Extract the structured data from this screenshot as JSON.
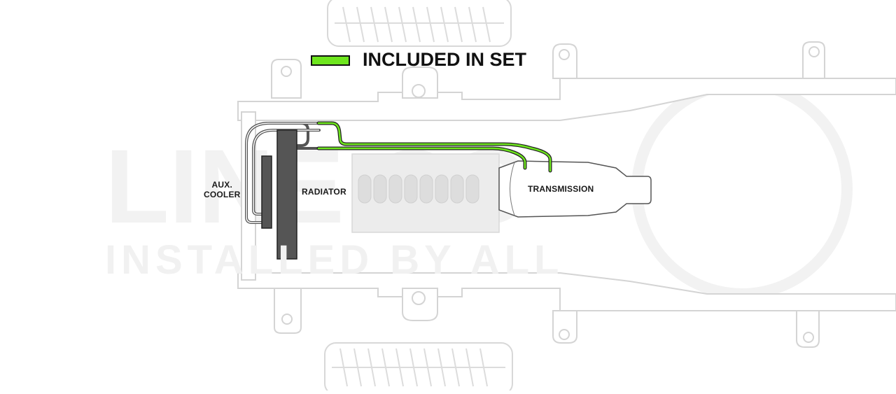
{
  "legend": {
    "label": "INCLUDED IN SET",
    "swatch_color": "#6ee61e"
  },
  "labels": {
    "aux_cooler_line1": "AUX.",
    "aux_cooler_line2": "COOLER",
    "radiator": "RADIATOR",
    "transmission": "TRANSMISSION"
  },
  "watermark": {
    "logo_text": "LINE CO",
    "tagline": "INSTALLED BY ALL"
  },
  "colors": {
    "frame": "#d4d4d4",
    "line_included": "#6ee61e",
    "line_other": "#555555",
    "radiator": "#555555",
    "engine": "#ececec"
  }
}
